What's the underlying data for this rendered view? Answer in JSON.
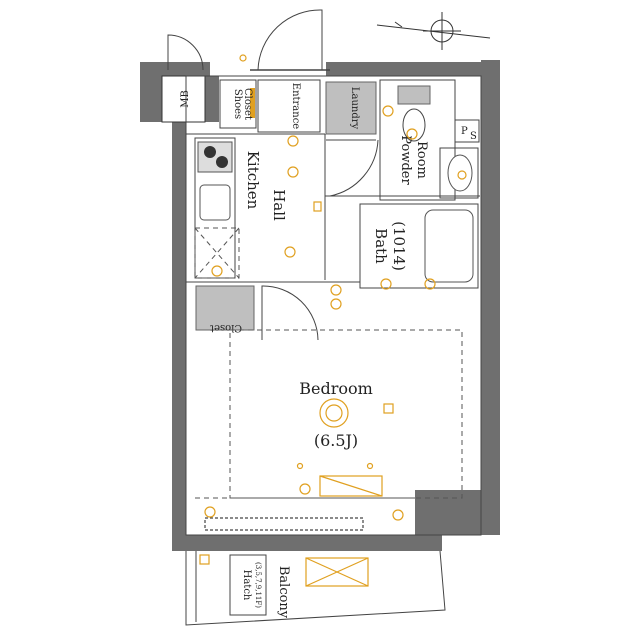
{
  "rooms": {
    "mb": "MB",
    "shoes_closet_line1": "Shoes",
    "shoes_closet_line2": "Closet",
    "entrance": "Entrance",
    "laundry": "Laundry",
    "powder_line1": "Powder",
    "powder_line2": "Room",
    "ps_top": "P",
    "ps_bottom": "S",
    "kitchen": "Kitchen",
    "hall": "Hall",
    "bath_line1": "Bath",
    "bath_line2": "(1014)",
    "closet": "Closet",
    "bedroom": "Bedroom",
    "bedroom_size": "(6.5J)",
    "balcony": "Balcony",
    "hatch_line1": "Hatch",
    "hatch_line2": "(3,5,7,9,11F)"
  },
  "colors": {
    "wall": "#6f6f6f",
    "equipment": "#e0a020",
    "fixture": "#bfbfbf"
  },
  "icons": {
    "north": "north-arrow-icon"
  }
}
